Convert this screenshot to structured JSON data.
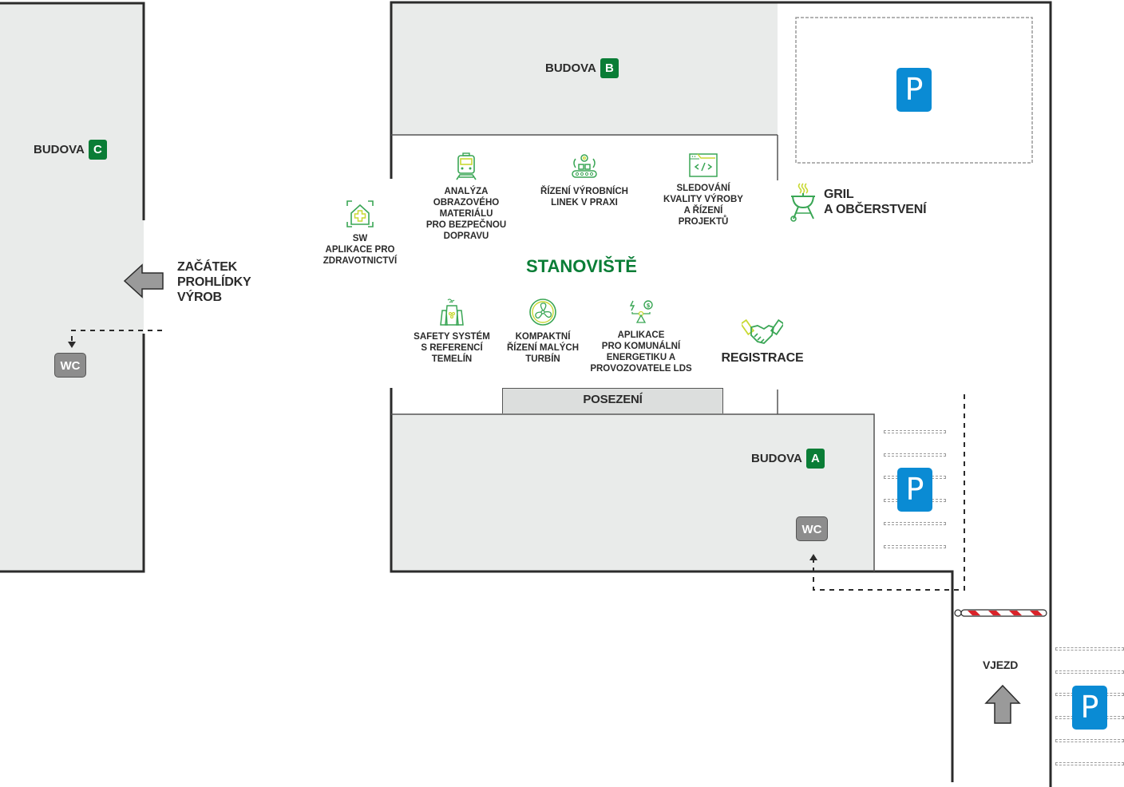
{
  "map": {
    "title": "Stanoviště",
    "buildings": {
      "a": {
        "name": "BUDOVA",
        "letter": "A"
      },
      "b": {
        "name": "BUDOVA",
        "letter": "B"
      },
      "c": {
        "name": "BUDOVA",
        "letter": "C"
      }
    },
    "wc_label": "WC",
    "parking_label": "P",
    "seating_label": "POSEZENÍ",
    "tour_start": [
      "ZAČÁTEK",
      "PROHLÍDKY",
      "VÝROB"
    ],
    "entrance_label": "VJEZD",
    "grill": [
      "GRIL",
      "A OBČERSTVENÍ"
    ],
    "registration_label": "REGISTRACE",
    "stands": [
      {
        "icon": "healthcare-house-icon",
        "lines": [
          "SW",
          "APLIKACE PRO",
          "ZDRAVOTNICTVÍ"
        ]
      },
      {
        "icon": "train-icon",
        "lines": [
          "ANALÝZA",
          "OBRAZOVÉHO",
          "MATERIÁLU",
          "PRO BEZPEČNOU",
          "DOPRAVU"
        ]
      },
      {
        "icon": "production-line-icon",
        "lines": [
          "ŘÍZENÍ VÝROBNÍCH",
          "LINEK V PRAXI"
        ]
      },
      {
        "icon": "code-window-icon",
        "lines": [
          "SLEDOVÁNÍ",
          "KVALITY VÝROBY",
          "A ŘÍZENÍ",
          "PROJEKTŮ"
        ]
      },
      {
        "icon": "power-plant-icon",
        "lines": [
          "SAFETY SYSTÉM",
          "S REFERENCÍ",
          "TEMELÍN"
        ]
      },
      {
        "icon": "turbine-icon",
        "lines": [
          "KOMPAKTNÍ",
          "ŘÍZENÍ MALÝCH",
          "TURBÍN"
        ]
      },
      {
        "icon": "energy-balance-icon",
        "lines": [
          "APLIKACE",
          "PRO KOMUNÁLNÍ",
          "ENERGETIKU A",
          "PROVOZOVATELE LDS"
        ]
      }
    ],
    "colors": {
      "brand_green": "#0a7d36",
      "icon_green": "#3aa655",
      "icon_lime": "#c8d932",
      "parking_blue": "#0a8bd4",
      "building_gray": "#e9ebea",
      "barrier_red": "#d9232a"
    }
  }
}
